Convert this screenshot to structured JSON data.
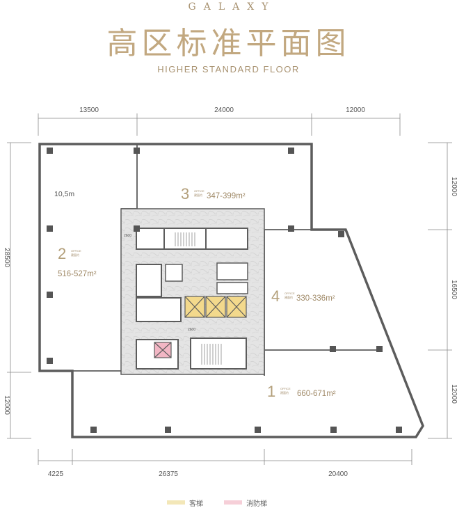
{
  "header": {
    "brand": "GALAXY",
    "title_cn": "高区标准平面图",
    "title_en": "HIGHER STANDARD FLOOR"
  },
  "dimensions": {
    "top": [
      "13500",
      "24000",
      "12000"
    ],
    "bottom": [
      "4225",
      "26375",
      "20400"
    ],
    "left": [
      "28500",
      "12000"
    ],
    "right": [
      "12000",
      "16500",
      "12000"
    ],
    "core_small": [
      "2600",
      "2600"
    ],
    "span_label": "10,5m"
  },
  "units": [
    {
      "id": "1",
      "tag_top": "OFFICE",
      "tag_bottom": "建面约",
      "area": "660-671m²"
    },
    {
      "id": "2",
      "tag_top": "OFFICE",
      "tag_bottom": "建面约",
      "area": "516-527m²"
    },
    {
      "id": "3",
      "tag_top": "OFFICE",
      "tag_bottom": "建面约",
      "area": "347-399m²"
    },
    {
      "id": "4",
      "tag_top": "OFFICE",
      "tag_bottom": "建面约",
      "area": "330-336m²"
    }
  ],
  "legend": [
    {
      "label": "客梯",
      "color": "#f3e7b8"
    },
    {
      "label": "消防梯",
      "color": "#f6cfd8"
    }
  ],
  "colors": {
    "wall": "#5c5c5c",
    "core_fill": "#e2e2e2",
    "passenger_lift": "#f3d98c",
    "fire_lift": "#f2b6c4",
    "accent": "#b39f7a"
  }
}
